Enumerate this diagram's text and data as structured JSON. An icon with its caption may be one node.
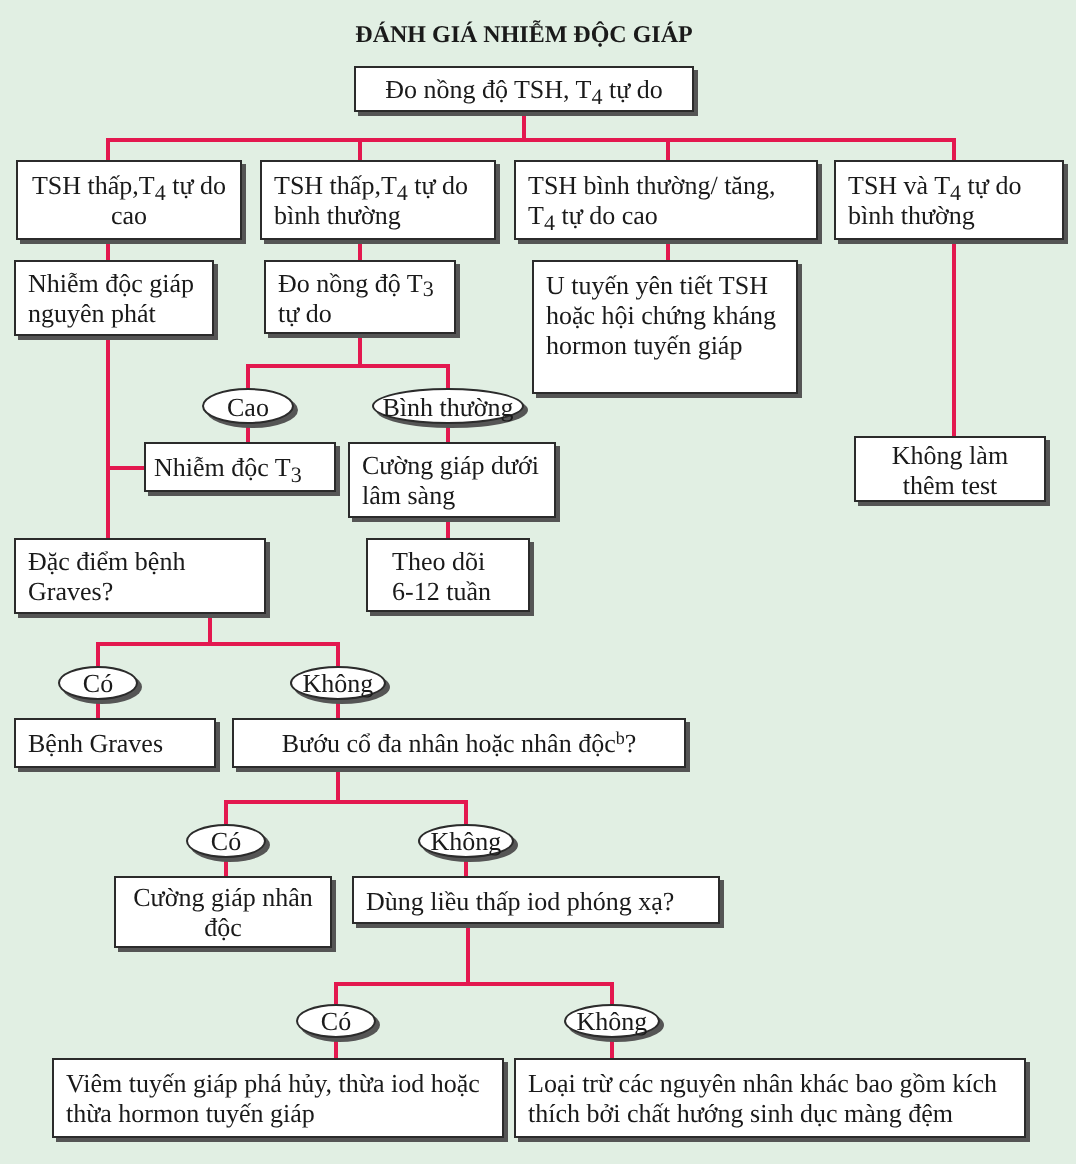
{
  "diagram": {
    "title": "ĐÁNH GIÁ NHIỄM ĐỘC GIÁP",
    "nodes": [
      {
        "text": [
          "Đo nồng độ TSH, T$_{4}$ tự do"
        ]
      },
      {
        "text": [
          "TSH thấp,T$_{4}$ tự do cao"
        ]
      },
      {
        "text": [
          "TSH thấp,T$_{4}$ tự do bình thường"
        ]
      },
      {
        "text": [
          "TSH bình thường/ tăng, T$_{4}$ tự do cao"
        ]
      },
      {
        "text": [
          "TSH và T$_{4}$ tự do bình thường"
        ]
      },
      {
        "text": [
          "Nhiễm độc giáp nguyên phát"
        ]
      },
      {
        "text": [
          "Đo nồng độ T$_{3}$ tự do"
        ]
      },
      {
        "text": [
          "U tuyến yên tiết TSH hoặc hội chứng kháng hormon tuyến giáp"
        ]
      },
      {
        "text": [
          "Cao"
        ]
      },
      {
        "text": [
          "Bình thường"
        ]
      },
      {
        "text": [
          "Nhiễm độc T$_{3}$"
        ]
      },
      {
        "text": [
          "Cường giáp dưới lâm sàng"
        ]
      },
      {
        "text": [
          "Không làm thêm test"
        ]
      },
      {
        "text": [
          "Đặc điểm bệnh Graves?"
        ]
      },
      {
        "text": [
          "Theo dõi 6-12 tuần"
        ]
      },
      {
        "text": [
          "Có"
        ]
      },
      {
        "text": [
          "Không"
        ]
      },
      {
        "text": [
          "Bệnh Graves"
        ]
      },
      {
        "text": [
          "Bướu cổ đa nhân hoặc nhân độc$^{b}$?"
        ]
      },
      {
        "text": [
          "Có"
        ]
      },
      {
        "text": [
          "Không"
        ]
      },
      {
        "text": [
          "Cường giáp nhân độc"
        ]
      },
      {
        "text": [
          "Dùng liều thấp iod phóng xạ?"
        ]
      },
      {
        "text": [
          "Có"
        ]
      },
      {
        "text": [
          "Không"
        ]
      },
      {
        "text": [
          "Viêm tuyến giáp phá hủy, thừa iod hoặc thừa hormon tuyến giáp"
        ]
      },
      {
        "text": [
          "Loại trừ các nguyên nhân khác bao gồm kích thích bởi chất hướng sinh dục màng đệm"
        ]
      }
    ],
    "edges": [
      {
        "from": 0,
        "to": 1,
        "arrow": "none"
      },
      {
        "from": 0,
        "to": 2,
        "arrow": "none"
      },
      {
        "from": 0,
        "to": 3,
        "arrow": "none"
      },
      {
        "from": 0,
        "to": 4,
        "arrow": "none"
      },
      {
        "from": 1,
        "to": 5,
        "arrow": "none"
      },
      {
        "from": 2,
        "to": 6,
        "arrow": "none"
      },
      {
        "from": 3,
        "to": 7,
        "arrow": "none"
      },
      {
        "from": 4,
        "to": 12,
        "arrow": "none"
      },
      {
        "from": 6,
        "to": 8,
        "arrow": "none"
      },
      {
        "from": 6,
        "to": 9,
        "arrow": "none"
      },
      {
        "from": 8,
        "to": 10,
        "arrow": "none"
      },
      {
        "from": 9,
        "to": 11,
        "arrow": "none"
      },
      {
        "from": 11,
        "to": 14,
        "arrow": "none"
      },
      {
        "from": 5,
        "to": 13,
        "arrow": "none"
      },
      {
        "from": 10,
        "to": 13,
        "arrow": "none"
      },
      {
        "from": 13,
        "to": 15,
        "arrow": "none"
      },
      {
        "from": 13,
        "to": 16,
        "arrow": "none"
      },
      {
        "from": 15,
        "to": 17,
        "arrow": "none"
      },
      {
        "from": 16,
        "to": 18,
        "arrow": "none"
      },
      {
        "from": 18,
        "to": 19,
        "arrow": "none"
      },
      {
        "from": 18,
        "to": 20,
        "arrow": "none"
      },
      {
        "from": 19,
        "to": 21,
        "arrow": "none"
      },
      {
        "from": 20,
        "to": 22,
        "arrow": "none"
      },
      {
        "from": 22,
        "to": 23,
        "arrow": "none"
      },
      {
        "from": 22,
        "to": 24,
        "arrow": "none"
      },
      {
        "from": 23,
        "to": 25,
        "arrow": "none"
      },
      {
        "from": 24,
        "to": 26,
        "arrow": "none"
      }
    ]
  }
}
